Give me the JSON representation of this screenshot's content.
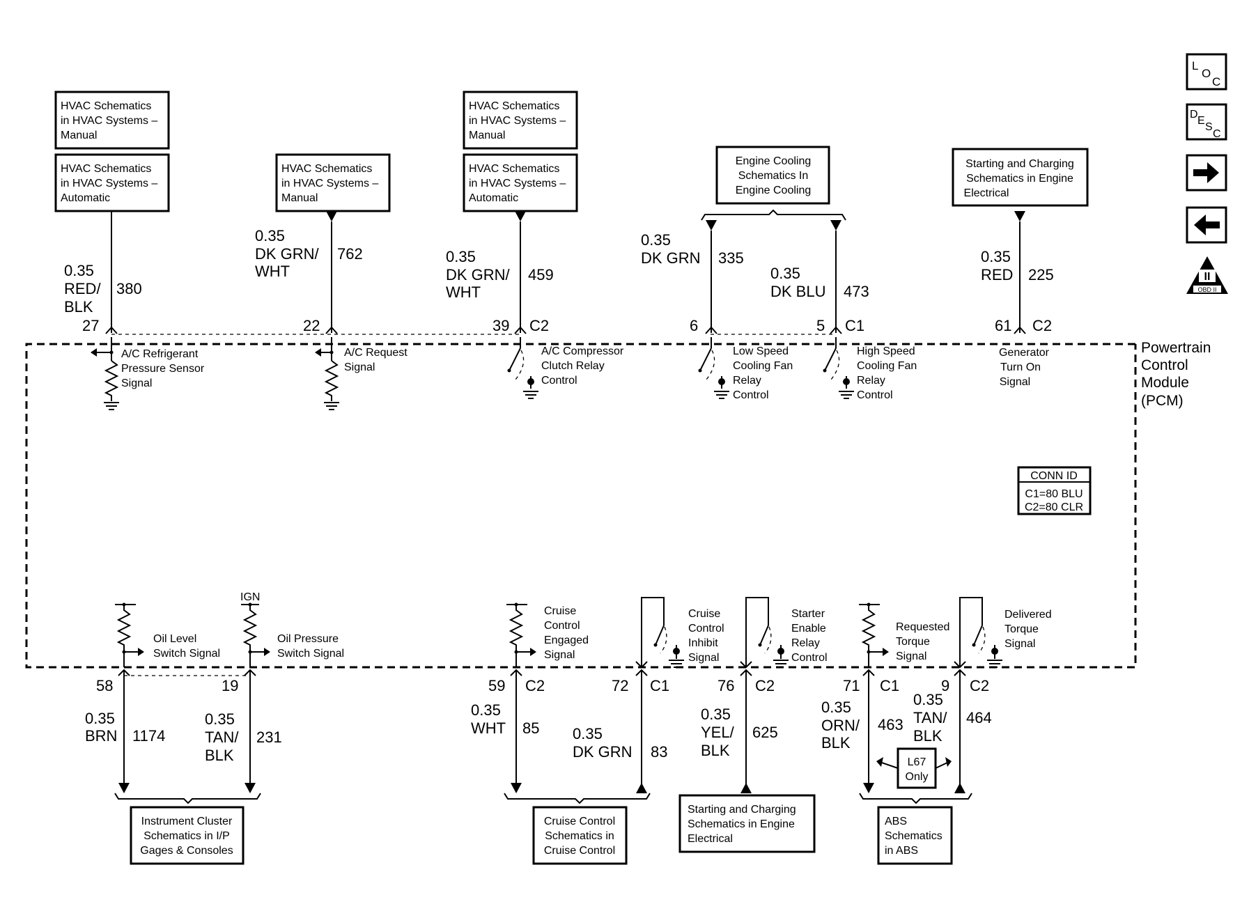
{
  "side_icons": {
    "loc": [
      "L",
      "O",
      "C"
    ],
    "desc": [
      "D",
      "E",
      "S",
      "C"
    ],
    "obd_mark": "II",
    "obd_label": "OBD II"
  },
  "module": {
    "name_lines": [
      "Powertrain",
      "Control",
      "Module",
      "(PCM)"
    ]
  },
  "conn_id": {
    "title": "CONN ID",
    "lines": [
      "C1=80 BLU",
      "C2=80 CLR"
    ]
  },
  "top_boxes": [
    {
      "lines": [
        "HVAC Schematics",
        "in HVAC Systems –",
        "Manual"
      ]
    },
    {
      "lines": [
        "HVAC Schematics",
        "in HVAC Systems –",
        "Automatic"
      ]
    },
    {
      "lines": [
        "HVAC Schematics",
        "in HVAC Systems –",
        "Manual"
      ]
    },
    {
      "lines": [
        "HVAC Schematics",
        "in HVAC Systems –",
        "Manual"
      ]
    },
    {
      "lines": [
        "HVAC Schematics",
        "in HVAC Systems –",
        "Automatic"
      ]
    },
    {
      "lines": [
        "Engine Cooling",
        "Schematics In",
        "Engine Cooling"
      ]
    },
    {
      "lines": [
        "Starting and Charging",
        "Schematics in Engine",
        "Electrical"
      ]
    }
  ],
  "top_wires": [
    {
      "size_color": [
        "0.35",
        "RED/",
        "BLK"
      ],
      "circuit": "380",
      "pin": "27",
      "connector": ""
    },
    {
      "size_color": [
        "0.35",
        "DK GRN/",
        "WHT"
      ],
      "circuit": "762",
      "pin": "22",
      "connector": ""
    },
    {
      "size_color": [
        "0.35",
        "DK GRN/",
        "WHT"
      ],
      "circuit": "459",
      "pin": "39",
      "connector": "C2"
    },
    {
      "size_color": [
        "0.35",
        "DK GRN"
      ],
      "circuit": "335",
      "pin": "6",
      "connector": ""
    },
    {
      "size_color": [
        "0.35",
        "DK BLU"
      ],
      "circuit": "473",
      "pin": "5",
      "connector": "C1"
    },
    {
      "size_color": [
        "0.35",
        "RED"
      ],
      "circuit": "225",
      "pin": "61",
      "connector": "C2"
    }
  ],
  "top_signals": [
    {
      "lines": [
        "A/C Refrigerant",
        "Pressure Sensor",
        "Signal"
      ]
    },
    {
      "lines": [
        "A/C Request",
        "Signal"
      ]
    },
    {
      "lines": [
        "A/C Compressor",
        "Clutch Relay",
        "Control"
      ]
    },
    {
      "lines": [
        "Low Speed",
        "Cooling Fan",
        "Relay",
        "Control"
      ]
    },
    {
      "lines": [
        "High Speed",
        "Cooling Fan",
        "Relay",
        "Control"
      ]
    },
    {
      "lines": [
        "Generator",
        "Turn On",
        "Signal"
      ]
    }
  ],
  "bottom_signals": [
    {
      "lines": [
        "Oil Level",
        "Switch Signal"
      ]
    },
    {
      "lines": [
        "Oil Pressure",
        "Switch Signal"
      ]
    },
    {
      "lines": [
        "Cruise",
        "Control",
        "Engaged",
        "Signal"
      ]
    },
    {
      "lines": [
        "Cruise",
        "Control",
        "Inhibit",
        "Signal"
      ]
    },
    {
      "lines": [
        "Starter",
        "Enable",
        "Relay",
        "Control"
      ]
    },
    {
      "lines": [
        "Requested",
        "Torque",
        "Signal"
      ]
    },
    {
      "lines": [
        "Delivered",
        "Torque",
        "Signal"
      ]
    }
  ],
  "ign_label": "IGN",
  "bottom_wires": [
    {
      "size_color": [
        "0.35",
        "BRN"
      ],
      "circuit": "1174",
      "pin": "58",
      "connector": ""
    },
    {
      "size_color": [
        "0.35",
        "TAN/",
        "BLK"
      ],
      "circuit": "231",
      "pin": "19",
      "connector": ""
    },
    {
      "size_color": [
        "0.35",
        "WHT"
      ],
      "circuit": "85",
      "pin": "59",
      "connector": "C2"
    },
    {
      "size_color": [
        "0.35",
        "DK GRN"
      ],
      "circuit": "83",
      "pin": "72",
      "connector": "C1"
    },
    {
      "size_color": [
        "0.35",
        "YEL/",
        "BLK"
      ],
      "circuit": "625",
      "pin": "76",
      "connector": "C2"
    },
    {
      "size_color": [
        "0.35",
        "ORN/",
        "BLK"
      ],
      "circuit": "463",
      "pin": "71",
      "connector": "C1"
    },
    {
      "size_color": [
        "0.35",
        "TAN/",
        "BLK"
      ],
      "circuit": "464",
      "pin": "9",
      "connector": "C2"
    }
  ],
  "option_box": {
    "lines": [
      "L67",
      "Only"
    ]
  },
  "bottom_boxes": [
    {
      "lines": [
        "Instrument Cluster",
        "Schematics in I/P",
        "Gages & Consoles"
      ]
    },
    {
      "lines": [
        "Cruise Control",
        "Schematics in",
        "Cruise Control"
      ]
    },
    {
      "lines": [
        "Starting and Charging",
        "Schematics in Engine",
        "Electrical"
      ]
    },
    {
      "lines": [
        "ABS",
        "Schematics",
        "in ABS"
      ]
    }
  ]
}
